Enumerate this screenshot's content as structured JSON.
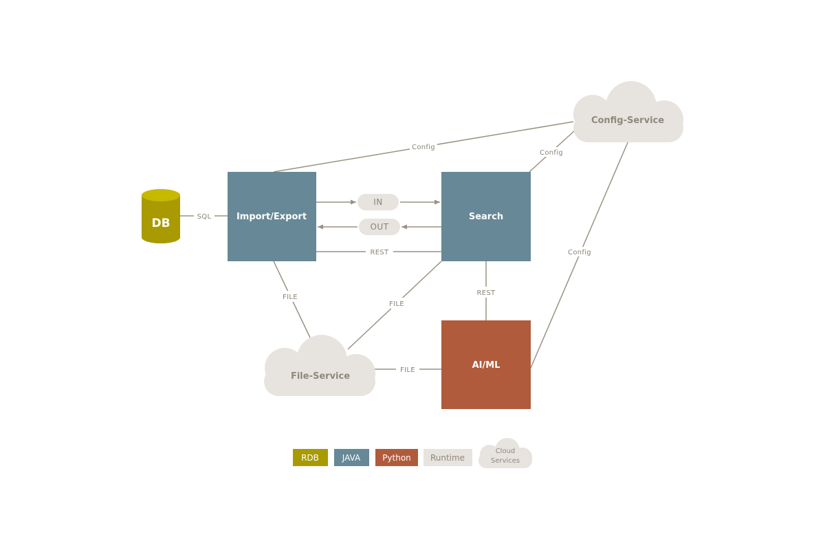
{
  "colors": {
    "rdb": "#a89a00",
    "rdb_top": "#c7b800",
    "java": "#678896",
    "python": "#b05b3b",
    "runtime": "#e7e3df",
    "line": "#9a9282"
  },
  "nodes": {
    "db": "DB",
    "import_export": "Import/Export",
    "search": "Search",
    "ai_ml": "AI/ML",
    "config_service": "Config-Service",
    "file_service": "File-Service"
  },
  "pills": {
    "in": "IN",
    "out": "OUT"
  },
  "edges": {
    "sql": "SQL",
    "config_top": "Config",
    "config_search": "Config",
    "config_ai": "Config",
    "rest_horizontal": "REST",
    "rest_vertical": "REST",
    "file_import": "FILE",
    "file_search": "FILE",
    "file_ai": "FILE"
  },
  "legend": {
    "rdb": "RDB",
    "java": "JAVA",
    "python": "Python",
    "runtime": "Runtime",
    "cloud_line1": "Cloud",
    "cloud_line2": "Services"
  }
}
